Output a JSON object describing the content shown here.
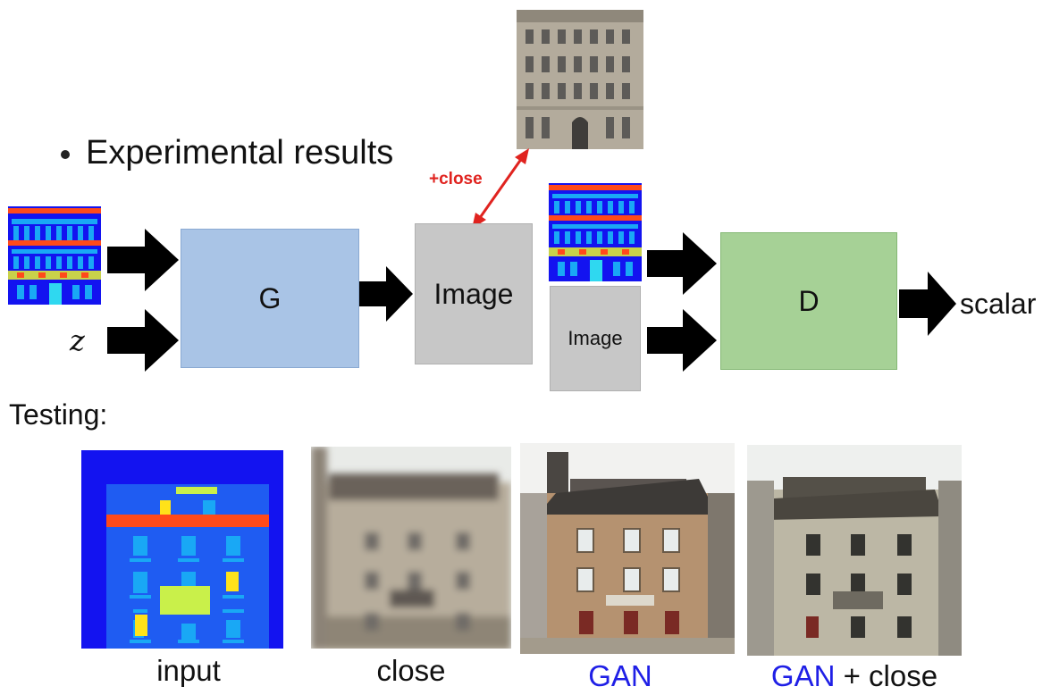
{
  "bullet": {
    "text": "Experimental results"
  },
  "diagram": {
    "generator_label": "G",
    "discriminator_label": "D",
    "image_label": "Image",
    "image_label_small": "Image",
    "output_label": "scalar",
    "noise_label": "z",
    "close_label": "+close"
  },
  "testing": {
    "heading": "Testing:",
    "captions": {
      "input": "input",
      "close": "close",
      "gan": "GAN",
      "gan_plus": "GAN",
      "plus_close": " + close"
    }
  },
  "colors": {
    "generator": "#a9c4e6",
    "discriminator": "#a6d196",
    "image_box": "#c7c7c7",
    "close_arrow": "#e0231f",
    "gan_text": "#1f1fe6"
  }
}
